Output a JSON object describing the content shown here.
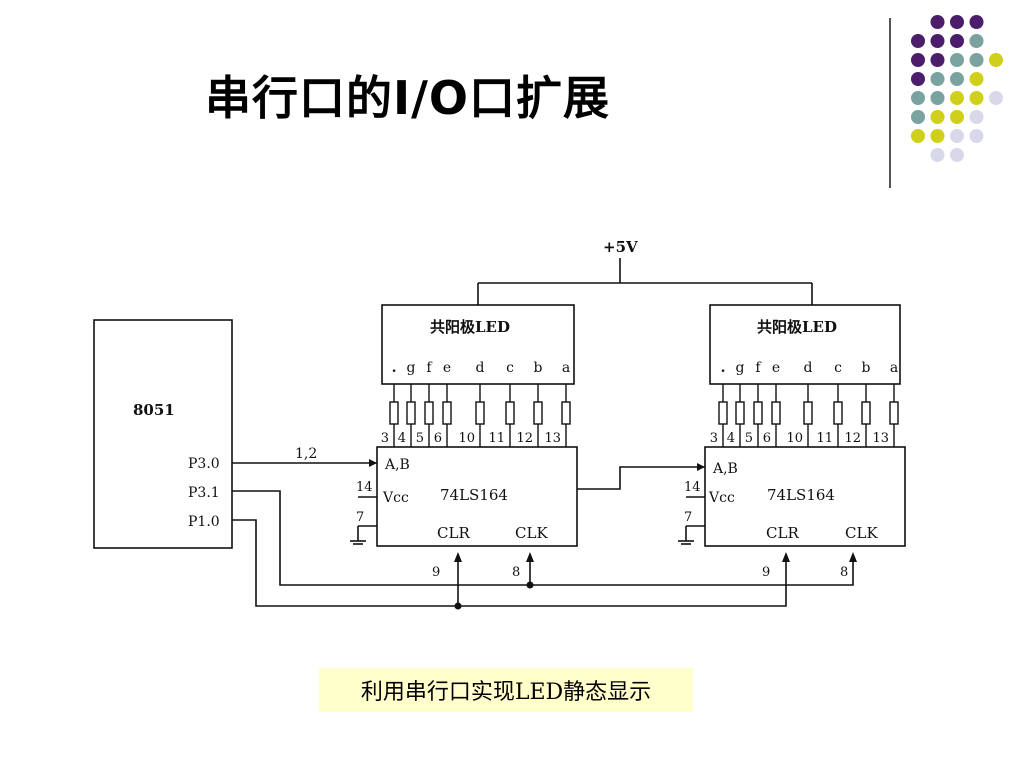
{
  "slide": {
    "title": "串行口的I/O口扩展",
    "caption": "利用串行口实现LED静态显示"
  },
  "decoration": {
    "dot_colors": {
      "purple": "#4b1d6b",
      "teal": "#7aa3a0",
      "yellow": "#cfcf1c",
      "lavender": "#d8d8ea"
    },
    "dot_rows": [
      [
        "purple",
        "purple",
        "purple"
      ],
      [
        "purple",
        "purple",
        "purple",
        "teal"
      ],
      [
        "purple",
        "purple",
        "teal",
        "teal",
        "yellow"
      ],
      [
        "purple",
        "teal",
        "teal",
        "yellow"
      ],
      [
        "teal",
        "teal",
        "yellow",
        "yellow",
        "lavender"
      ],
      [
        "teal",
        "yellow",
        "yellow",
        "lavender"
      ],
      [
        "yellow",
        "yellow",
        "lavender",
        "lavender"
      ],
      [
        "lavender",
        "lavender"
      ]
    ]
  },
  "circuit": {
    "power_label": "+5V",
    "mcu": {
      "name": "8051",
      "pins": [
        "P3.0",
        "P3.1",
        "P1.0"
      ]
    },
    "serial_line_label": "1,2",
    "led_display": {
      "title": "共阳极LED",
      "segments": [
        ".",
        "g",
        "f",
        "e",
        "d",
        "c",
        "b",
        "a"
      ]
    },
    "shift_register": {
      "part": "74LS164",
      "data_input": "A,B",
      "vcc_label": "Vcc",
      "vcc_pin": "14",
      "gnd_pin": "7",
      "clr_label": "CLR",
      "clk_label": "CLK",
      "clr_pin": "9",
      "clk_pin": "8",
      "output_pins": [
        "3",
        "4",
        "5",
        "6",
        "10",
        "11",
        "12",
        "13"
      ]
    }
  }
}
